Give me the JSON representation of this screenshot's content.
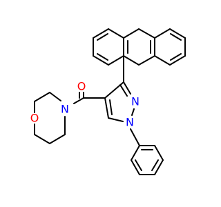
{
  "structure": {
    "atoms": [
      {
        "id": "carbonyl-oxygen",
        "symbol": "O",
        "color": "#ff0000"
      },
      {
        "id": "amide-nitrogen",
        "symbol": "N",
        "color": "#0000ff"
      },
      {
        "id": "morpholine-oxygen",
        "symbol": "O",
        "color": "#ff0000"
      },
      {
        "id": "pyrazole-nitrogen-2",
        "symbol": "N",
        "color": "#0000ff"
      },
      {
        "id": "pyrazole-nitrogen-1",
        "symbol": "N",
        "color": "#0000ff"
      }
    ]
  }
}
